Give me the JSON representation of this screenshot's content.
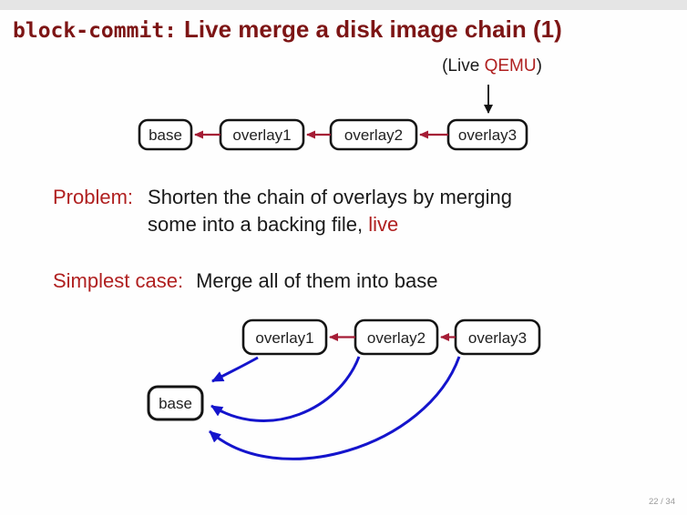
{
  "title": {
    "code": "block-commit:",
    "rest": "Live merge a disk image chain (1)"
  },
  "annotation": {
    "prefix": "(Live ",
    "qemu": "QEMU",
    "suffix": ")"
  },
  "problem": {
    "label": "Problem:",
    "line1": "Shorten the chain of overlays by merging",
    "line2": "some into a backing file,",
    "alert": "live"
  },
  "simplest": {
    "label": "Simplest case:",
    "text": "Merge all of them into base"
  },
  "chain1": {
    "nodes": [
      "base",
      "overlay1",
      "overlay2",
      "overlay3"
    ]
  },
  "chain2": {
    "nodes": [
      "overlay1",
      "overlay2",
      "overlay3",
      "base"
    ]
  },
  "footer": {
    "page": "22 / 34"
  },
  "colors": {
    "title": "#7d1515",
    "alert": "#b02020",
    "chain_arrow": "#a51c35",
    "merge_arrow": "#1414cc",
    "box_border": "#141414",
    "top_band": "#e5e5e5"
  }
}
